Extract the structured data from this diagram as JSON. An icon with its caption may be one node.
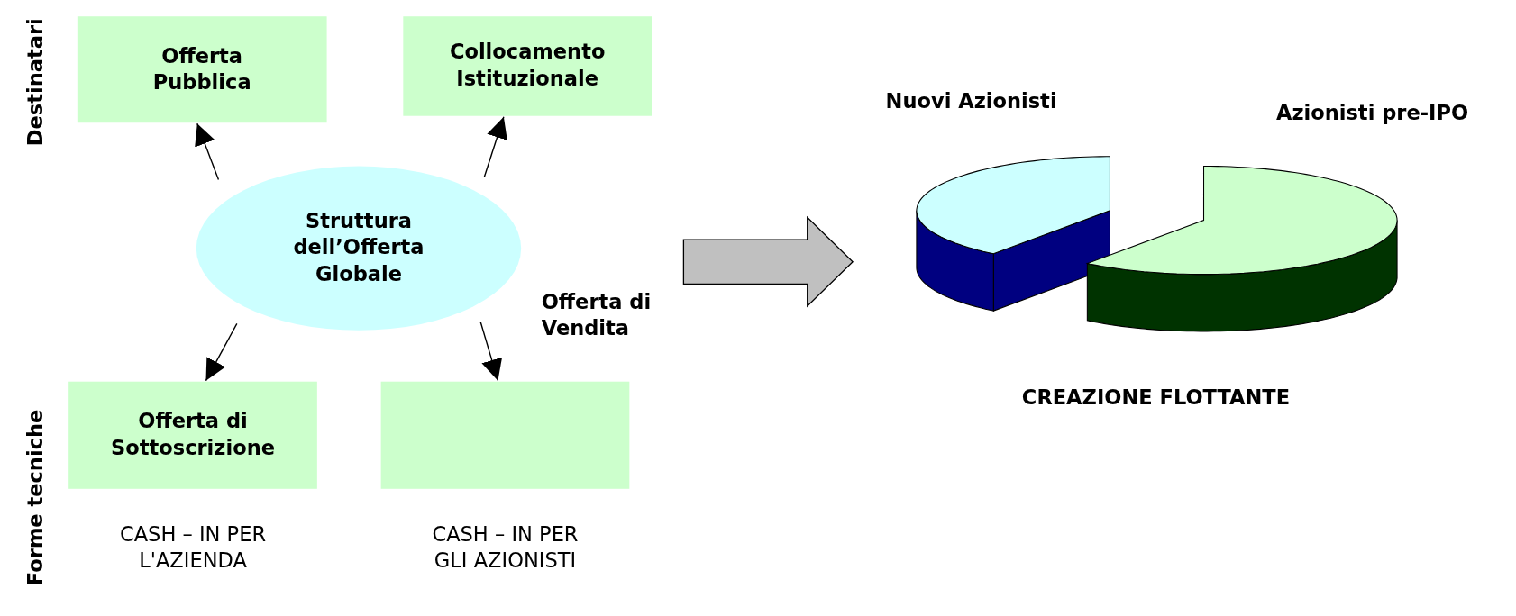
{
  "diagram": {
    "nodes": [
      {
        "text": [
          "Offerta Pubblica"
        ]
      },
      {
        "text": [
          "Collocamento Istituzionale"
        ]
      },
      {
        "text": [
          "Struttura dell’Offerta Globale"
        ]
      },
      {
        "text": [
          "Offerta di Sottoscrizione"
        ],
        "beside": [
          "CASH – IN PER L'AZIENDA"
        ]
      },
      {
        "text": [],
        "shape": "box",
        "beside": [
          "CASH – IN PER GLI AZIONISTI"
        ]
      }
    ],
    "edges": [
      {
        "from": 2,
        "to": 0,
        "arrow": "to"
      },
      {
        "from": 2,
        "to": 1,
        "arrow": "to"
      },
      {
        "from": 2,
        "to": 3,
        "arrow": "to"
      },
      {
        "from": 2,
        "to": 4,
        "arrow": "to"
      }
    ],
    "labels": [
      "Destinatari",
      "Forme tecniche",
      "Offerta di Vendita",
      "Nuovi Azionisti",
      "Azionisti pre-IPO",
      "CREAZIONE FLOTTANTE"
    ]
  }
}
